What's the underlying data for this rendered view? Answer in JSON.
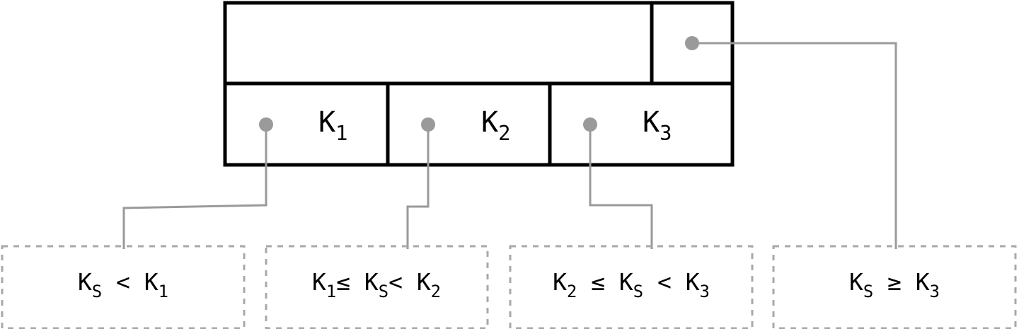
{
  "node": {
    "keys": [
      {
        "base": "K",
        "sub": "1"
      },
      {
        "base": "K",
        "sub": "2"
      },
      {
        "base": "K",
        "sub": "3"
      }
    ]
  },
  "leaves": [
    {
      "parts": [
        {
          "t": "K",
          "s": "S"
        },
        {
          "t": " < "
        },
        {
          "t": "K",
          "s": "1"
        }
      ]
    },
    {
      "parts": [
        {
          "t": "K",
          "s": "1"
        },
        {
          "t": "≤ "
        },
        {
          "t": "K",
          "s": "S"
        },
        {
          "t": "< "
        },
        {
          "t": "K",
          "s": "2"
        }
      ]
    },
    {
      "parts": [
        {
          "t": "K",
          "s": "2"
        },
        {
          "t": " ≤ "
        },
        {
          "t": "K",
          "s": "S"
        },
        {
          "t": " < "
        },
        {
          "t": "K",
          "s": "3"
        }
      ]
    },
    {
      "parts": [
        {
          "t": "K",
          "s": "S"
        },
        {
          "t": " ≥ "
        },
        {
          "t": "K",
          "s": "3"
        }
      ]
    }
  ],
  "colors": {
    "outline": "#000000",
    "pointer": "#9a9a9a",
    "leaf_border": "#a8a8a8"
  }
}
